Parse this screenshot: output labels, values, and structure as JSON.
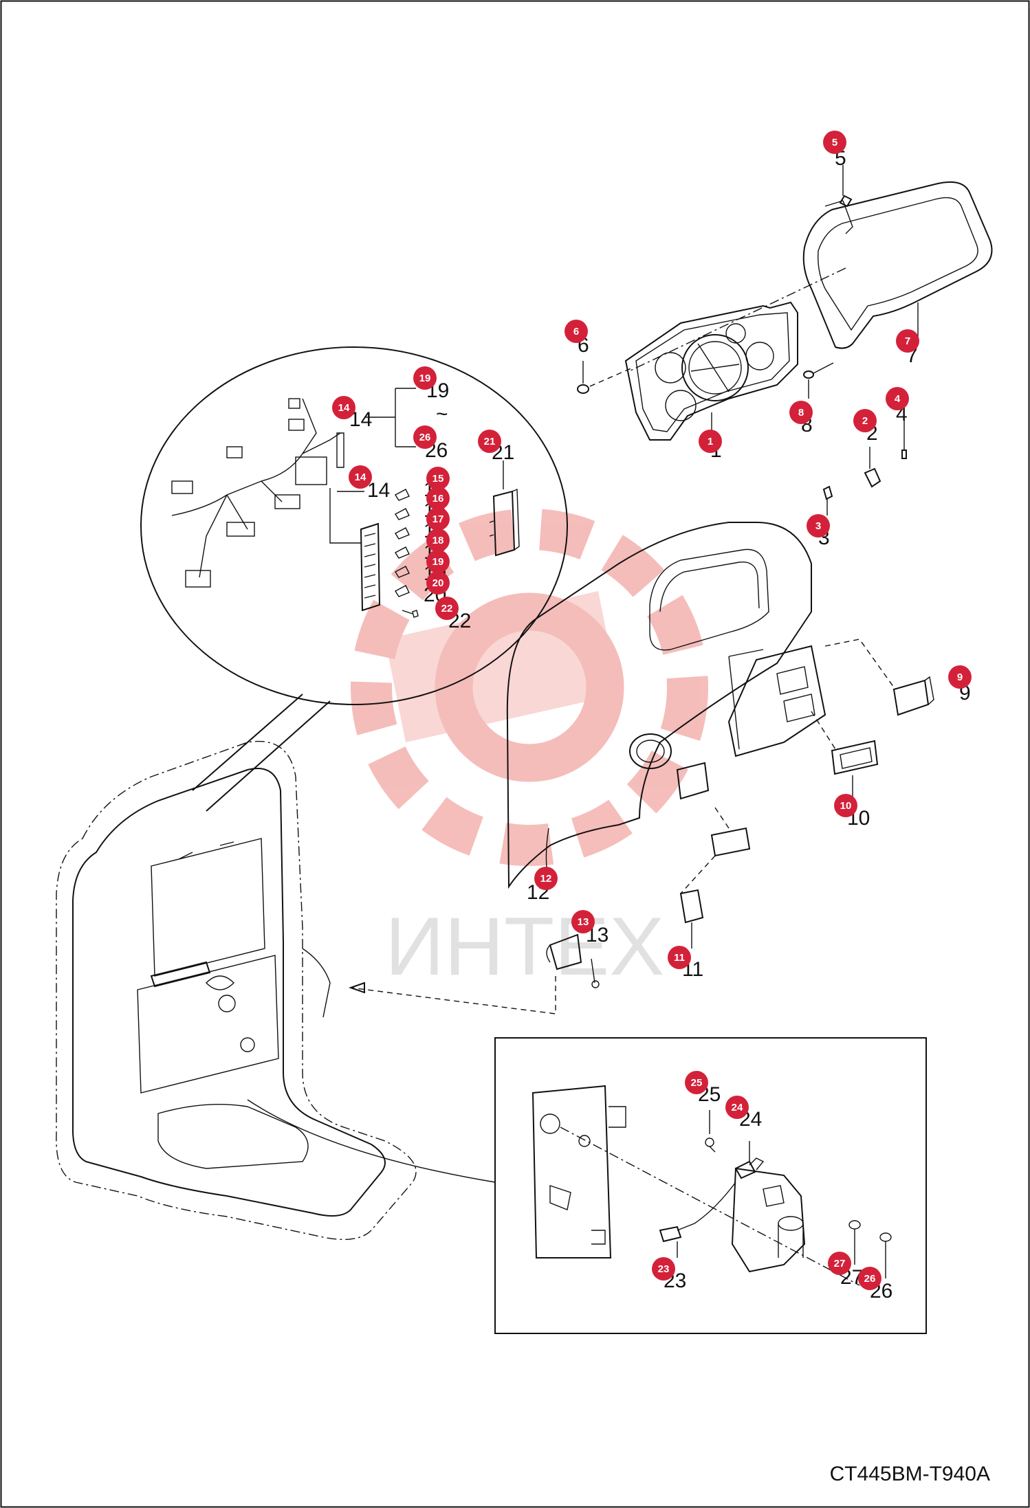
{
  "drawing_code": "CT445BM-T940A",
  "watermark": "ИНТЕХ",
  "colors": {
    "badge": "#d4213a",
    "badge_text": "#ffffff",
    "line": "#111111",
    "watermark": "#e2443b"
  },
  "callouts": {
    "c1": {
      "badge": "1",
      "num": "1"
    },
    "c2": {
      "badge": "2",
      "num": "2"
    },
    "c3": {
      "badge": "3",
      "num": "3"
    },
    "c4": {
      "badge": "4",
      "num": "4"
    },
    "c5": {
      "badge": "5",
      "num": "5"
    },
    "c6": {
      "badge": "6",
      "num": "6"
    },
    "c7": {
      "badge": "7",
      "num": "7"
    },
    "c8": {
      "badge": "8",
      "num": "8"
    },
    "c9": {
      "badge": "9",
      "num": "9"
    },
    "c10": {
      "badge": "10",
      "num": "10"
    },
    "c11": {
      "badge": "11",
      "num": "11"
    },
    "c12": {
      "badge": "12",
      "num": "12"
    },
    "c13": {
      "badge": "13",
      "num": "13"
    },
    "c14a": {
      "badge": "14",
      "num": "14"
    },
    "c14b": {
      "badge": "14",
      "num": "14"
    },
    "c15": {
      "badge": "15",
      "num": "15"
    },
    "c16": {
      "badge": "16",
      "num": "16"
    },
    "c17": {
      "badge": "17",
      "num": "17"
    },
    "c18": {
      "badge": "18",
      "num": "18"
    },
    "c19a": {
      "badge": "19",
      "num": "19"
    },
    "c19b": {
      "badge": "19",
      "num": "19"
    },
    "c20": {
      "badge": "20",
      "num": "20"
    },
    "c21": {
      "badge": "21",
      "num": "21"
    },
    "c22": {
      "badge": "22",
      "num": "22"
    },
    "c23": {
      "badge": "23",
      "num": "23"
    },
    "c24": {
      "badge": "24",
      "num": "24"
    },
    "c25": {
      "badge": "25",
      "num": "25"
    },
    "c26a": {
      "badge": "26",
      "num": "26"
    },
    "c26b": {
      "badge": "26",
      "num": "26"
    },
    "c27": {
      "badge": "27",
      "num": "27"
    }
  },
  "range_sign": "~"
}
